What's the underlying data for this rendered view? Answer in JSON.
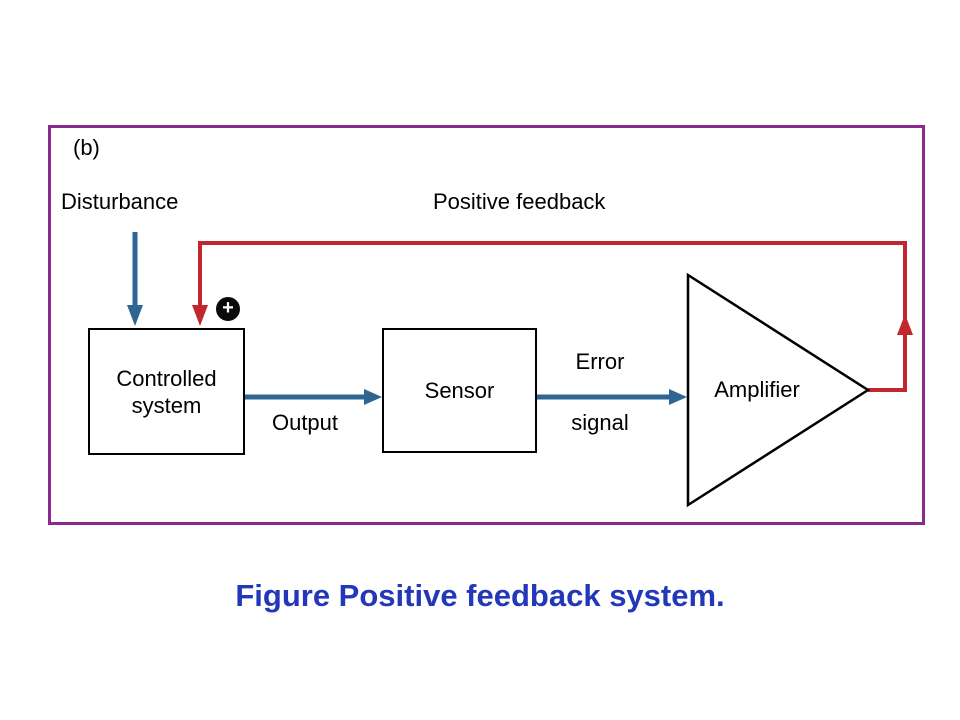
{
  "caption": {
    "text": "Figure Positive feedback system.",
    "color": "#2338B8"
  },
  "diagram": {
    "panel_label": "(b)",
    "labels": {
      "disturbance": "Disturbance",
      "positive_feedback": "Positive feedback",
      "output": "Output",
      "error_line1": "Error",
      "error_line2": "signal",
      "amplifier": "Amplifier",
      "controlled_line1": "Controlled",
      "controlled_line2": "system",
      "sensor": "Sensor",
      "plus": "+"
    },
    "colors": {
      "frame_border": "#8C2A8C",
      "signal_arrow_blue": "#2E6593",
      "feedback_arrow_red": "#C1272D",
      "box_border": "#000000",
      "text": "#000000",
      "plus_background": "#0A0A0A",
      "plus_symbol_color": "#FFFFFF"
    }
  }
}
